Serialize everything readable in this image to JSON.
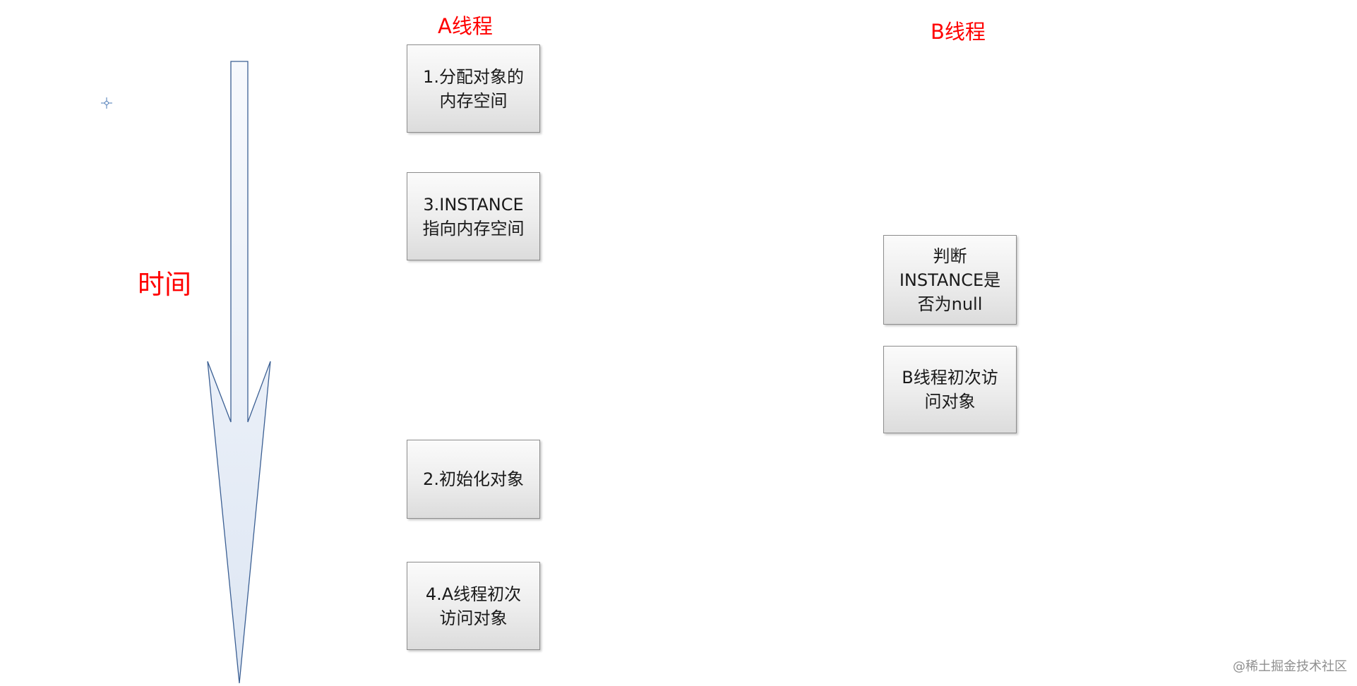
{
  "lanes": {
    "a_title": "A线程",
    "b_title": "B线程"
  },
  "time_label": "时间",
  "thread_a_steps": [
    {
      "text": "1.分配对象的\n内存空间"
    },
    {
      "text": "3.INSTANCE\n指向内存空间"
    },
    {
      "text": "2.初始化对象"
    },
    {
      "text": "4.A线程初次\n访问对象"
    }
  ],
  "thread_b_steps": [
    {
      "text": "判断\nINSTANCE是\n否为null"
    },
    {
      "text": "B线程初次访\n问对象"
    }
  ],
  "watermark": "@稀土掘金技术社区",
  "colors": {
    "title_red": "#ff0000",
    "arrow_stroke": "#3b5f93",
    "arrow_fill_top": "#f7f9fd",
    "arrow_fill_bottom": "#dde6f3",
    "box_border": "#8d8d8d",
    "box_fill": "#ececec"
  },
  "icons": {
    "time_arrow": "down-arrow-icon",
    "cursor_marker": "crosshair-icon"
  }
}
